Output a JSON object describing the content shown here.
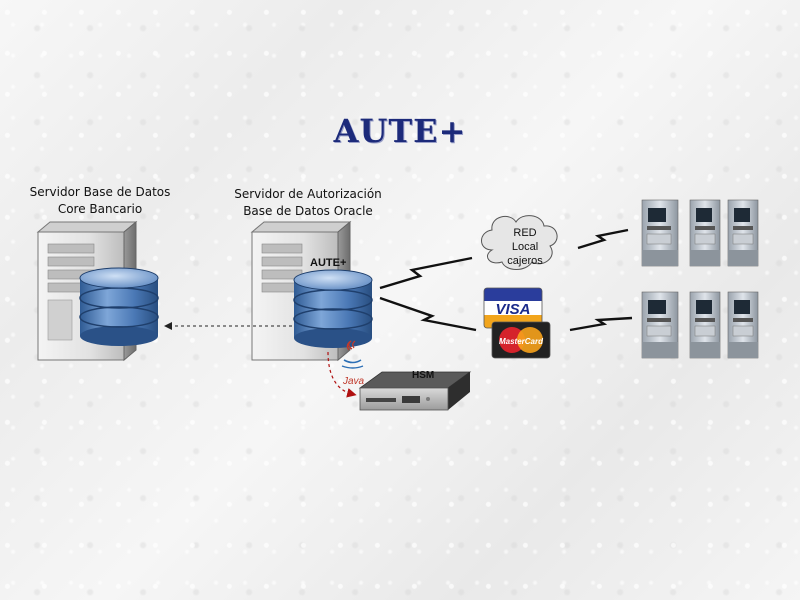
{
  "title": "AUTE+",
  "core_server": {
    "line1": "Servidor Base de Datos",
    "line2": "Core Bancario"
  },
  "auth_server": {
    "line1": "Servidor de Autorización",
    "line2": "Base de Datos Oracle",
    "badge": "AUTE+"
  },
  "hsm": {
    "label": "HSM"
  },
  "java_logo": {
    "label": "Java"
  },
  "network_cloud": {
    "line1": "RED",
    "line2": "Local",
    "line3": "cajeros"
  },
  "cards": {
    "visa": "VISA",
    "mastercard": "MasterCard"
  },
  "colors": {
    "title": "#1c2a7a",
    "database": "#3d6aa8",
    "mastercard_red": "#d5232b",
    "mastercard_yellow": "#f7a21b"
  }
}
